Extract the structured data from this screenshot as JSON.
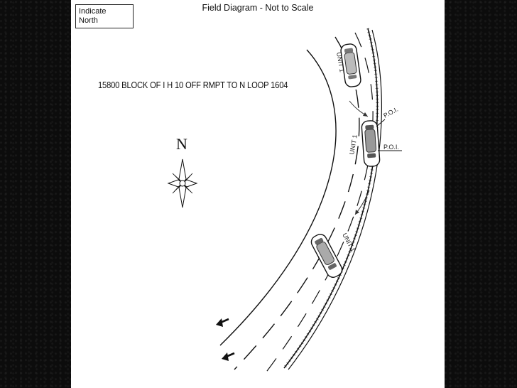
{
  "header": {
    "north_box_line1": "Indicate",
    "north_box_line2": "North",
    "title": "Field Diagram - Not to Scale"
  },
  "location_text": "15800 BLOCK OF I H 10 OFF RMPT TO N LOOP 1604",
  "compass": {
    "letter": "N",
    "icon": "compass-rose-icon"
  },
  "vehicles": [
    {
      "label": "UNIT 1"
    },
    {
      "label": "UNIT 1"
    },
    {
      "label": "UNIT 1"
    }
  ],
  "poi_labels": [
    "P.O.I.",
    "P.O.I."
  ],
  "direction_arrows": [
    "arrow-left-icon",
    "arrow-left-icon"
  ],
  "colors": {
    "ink": "#111111",
    "paper": "#ffffff",
    "background": "#0b0b0b"
  }
}
